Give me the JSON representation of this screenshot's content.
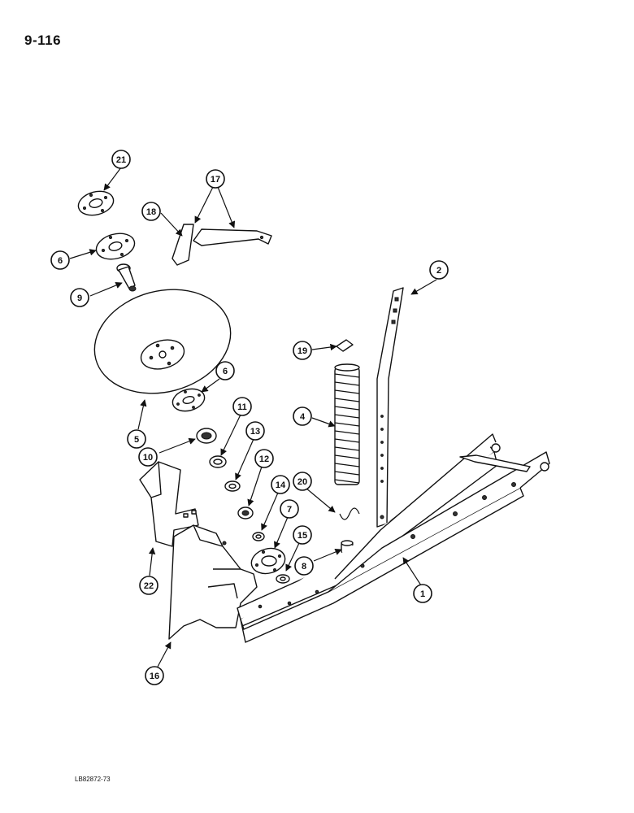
{
  "page": {
    "number": "9-116",
    "drawing_code": "LB82872-73"
  },
  "callouts": {
    "c1": "1",
    "c2": "2",
    "c4": "4",
    "c5": "5",
    "c6a": "6",
    "c6b": "6",
    "c7": "7",
    "c8": "8",
    "c9": "9",
    "c10": "10",
    "c11": "11",
    "c12": "12",
    "c13": "13",
    "c14": "14",
    "c15": "15",
    "c16": "16",
    "c17": "17",
    "c18": "18",
    "c19": "19",
    "c20": "20",
    "c21": "21",
    "c22": "22"
  }
}
